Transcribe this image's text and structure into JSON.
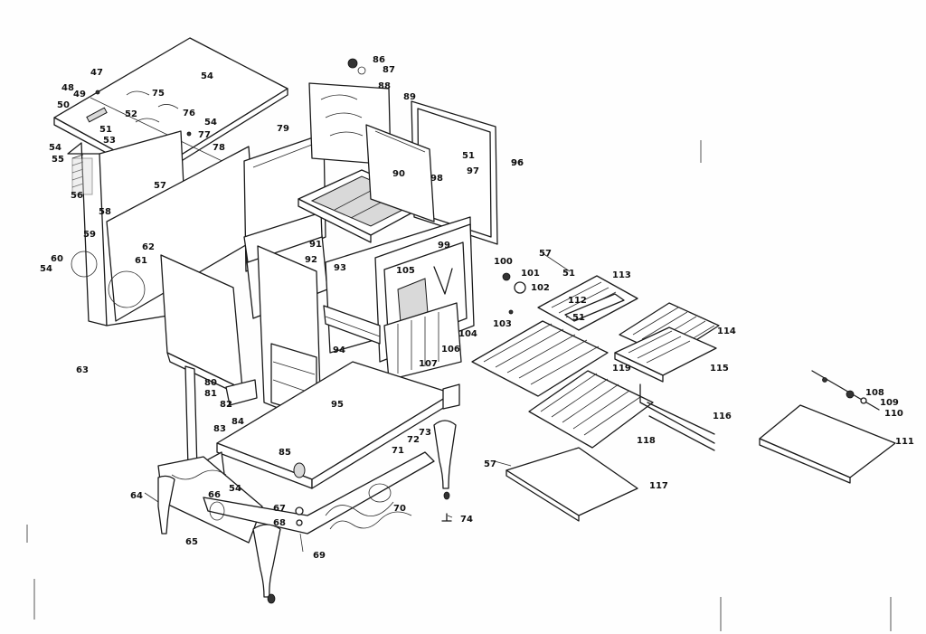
{
  "callouts": [
    {
      "id": "c47",
      "text": "47"
    },
    {
      "id": "c48",
      "text": "48"
    },
    {
      "id": "c49",
      "text": "49"
    },
    {
      "id": "c50",
      "text": "50"
    },
    {
      "id": "c54a",
      "text": "54"
    },
    {
      "id": "c75",
      "text": "75"
    },
    {
      "id": "c52",
      "text": "52"
    },
    {
      "id": "c76",
      "text": "76"
    },
    {
      "id": "c54b",
      "text": "54"
    },
    {
      "id": "c51a",
      "text": "51"
    },
    {
      "id": "c77",
      "text": "77"
    },
    {
      "id": "c53",
      "text": "53"
    },
    {
      "id": "c54c",
      "text": "54"
    },
    {
      "id": "c55",
      "text": "55"
    },
    {
      "id": "c78",
      "text": "78"
    },
    {
      "id": "c79",
      "text": "79"
    },
    {
      "id": "c56",
      "text": "56"
    },
    {
      "id": "c57a",
      "text": "57"
    },
    {
      "id": "c58",
      "text": "58"
    },
    {
      "id": "c59",
      "text": "59"
    },
    {
      "id": "c62",
      "text": "62"
    },
    {
      "id": "c60",
      "text": "60"
    },
    {
      "id": "c54d",
      "text": "54"
    },
    {
      "id": "c61",
      "text": "61"
    },
    {
      "id": "c63",
      "text": "63"
    },
    {
      "id": "c86",
      "text": "86"
    },
    {
      "id": "c87",
      "text": "87"
    },
    {
      "id": "c88",
      "text": "88"
    },
    {
      "id": "c89",
      "text": "89"
    },
    {
      "id": "c96a",
      "text": "96"
    },
    {
      "id": "c51b",
      "text": "51"
    },
    {
      "id": "c90",
      "text": "90"
    },
    {
      "id": "c98",
      "text": "98"
    },
    {
      "id": "c97",
      "text": "97"
    },
    {
      "id": "c96b",
      "text": "96"
    },
    {
      "id": "c91",
      "text": "91"
    },
    {
      "id": "c92",
      "text": "92"
    },
    {
      "id": "c99",
      "text": "99"
    },
    {
      "id": "c93",
      "text": "93"
    },
    {
      "id": "c105",
      "text": "105"
    },
    {
      "id": "c100",
      "text": "100"
    },
    {
      "id": "c101",
      "text": "101"
    },
    {
      "id": "c102",
      "text": "102"
    },
    {
      "id": "c57b",
      "text": "57"
    },
    {
      "id": "c51c",
      "text": "51"
    },
    {
      "id": "c113",
      "text": "113"
    },
    {
      "id": "c112",
      "text": "112"
    },
    {
      "id": "c51d",
      "text": "51"
    },
    {
      "id": "c103",
      "text": "103"
    },
    {
      "id": "c114",
      "text": "114"
    },
    {
      "id": "c94",
      "text": "94"
    },
    {
      "id": "c106",
      "text": "106"
    },
    {
      "id": "c104",
      "text": "104"
    },
    {
      "id": "c107",
      "text": "107"
    },
    {
      "id": "c119",
      "text": "119"
    },
    {
      "id": "c115",
      "text": "115"
    },
    {
      "id": "c80",
      "text": "80"
    },
    {
      "id": "c81",
      "text": "81"
    },
    {
      "id": "c82",
      "text": "82"
    },
    {
      "id": "c95",
      "text": "95"
    },
    {
      "id": "c84",
      "text": "84"
    },
    {
      "id": "c83",
      "text": "83"
    },
    {
      "id": "c108",
      "text": "108"
    },
    {
      "id": "c109",
      "text": "109"
    },
    {
      "id": "c110",
      "text": "110"
    },
    {
      "id": "c116",
      "text": "116"
    },
    {
      "id": "c118",
      "text": "118"
    },
    {
      "id": "c111",
      "text": "111"
    },
    {
      "id": "c85",
      "text": "85"
    },
    {
      "id": "c71",
      "text": "71"
    },
    {
      "id": "c72",
      "text": "72"
    },
    {
      "id": "c73",
      "text": "73"
    },
    {
      "id": "c57c",
      "text": "57"
    },
    {
      "id": "c117",
      "text": "117"
    },
    {
      "id": "c64",
      "text": "64"
    },
    {
      "id": "c66",
      "text": "66"
    },
    {
      "id": "c54e",
      "text": "54"
    },
    {
      "id": "c70",
      "text": "70"
    },
    {
      "id": "c67",
      "text": "67"
    },
    {
      "id": "c68",
      "text": "68"
    },
    {
      "id": "c74",
      "text": "74"
    },
    {
      "id": "c65",
      "text": "65"
    },
    {
      "id": "c69",
      "text": "69"
    }
  ]
}
